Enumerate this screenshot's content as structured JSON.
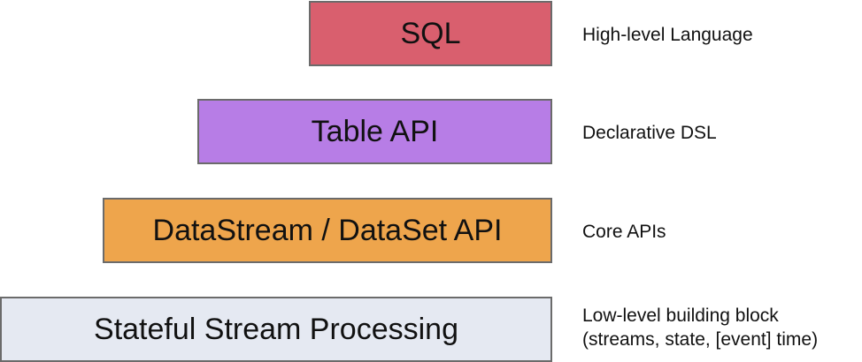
{
  "layers": [
    {
      "label": "SQL",
      "description": [
        "High-level Language"
      ],
      "color": "#d95f6e"
    },
    {
      "label": "Table API",
      "description": [
        "Declarative DSL"
      ],
      "color": "#b77de6"
    },
    {
      "label": "DataStream / DataSet API",
      "description": [
        "Core APIs"
      ],
      "color": "#eea54c"
    },
    {
      "label": "Stateful Stream Processing",
      "description": [
        "Low-level building block",
        "(streams, state, [event] time)"
      ],
      "color": "#e5e9f2"
    }
  ],
  "border_color": "#6b6b6b"
}
